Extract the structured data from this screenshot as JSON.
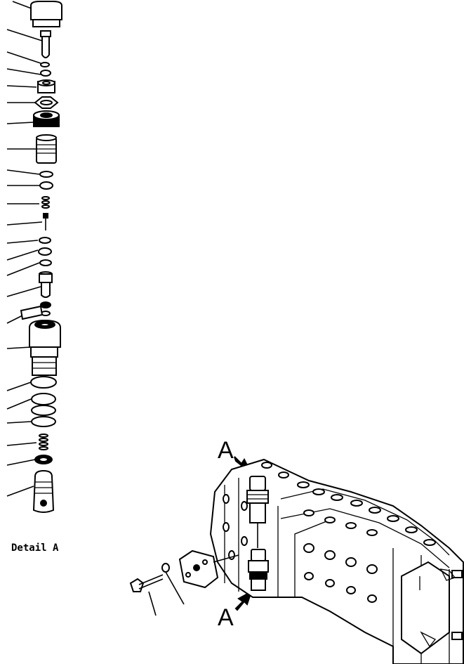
{
  "diagram": {
    "detail_label": "Detail A",
    "callout_top": "A",
    "callout_bottom": "A"
  }
}
